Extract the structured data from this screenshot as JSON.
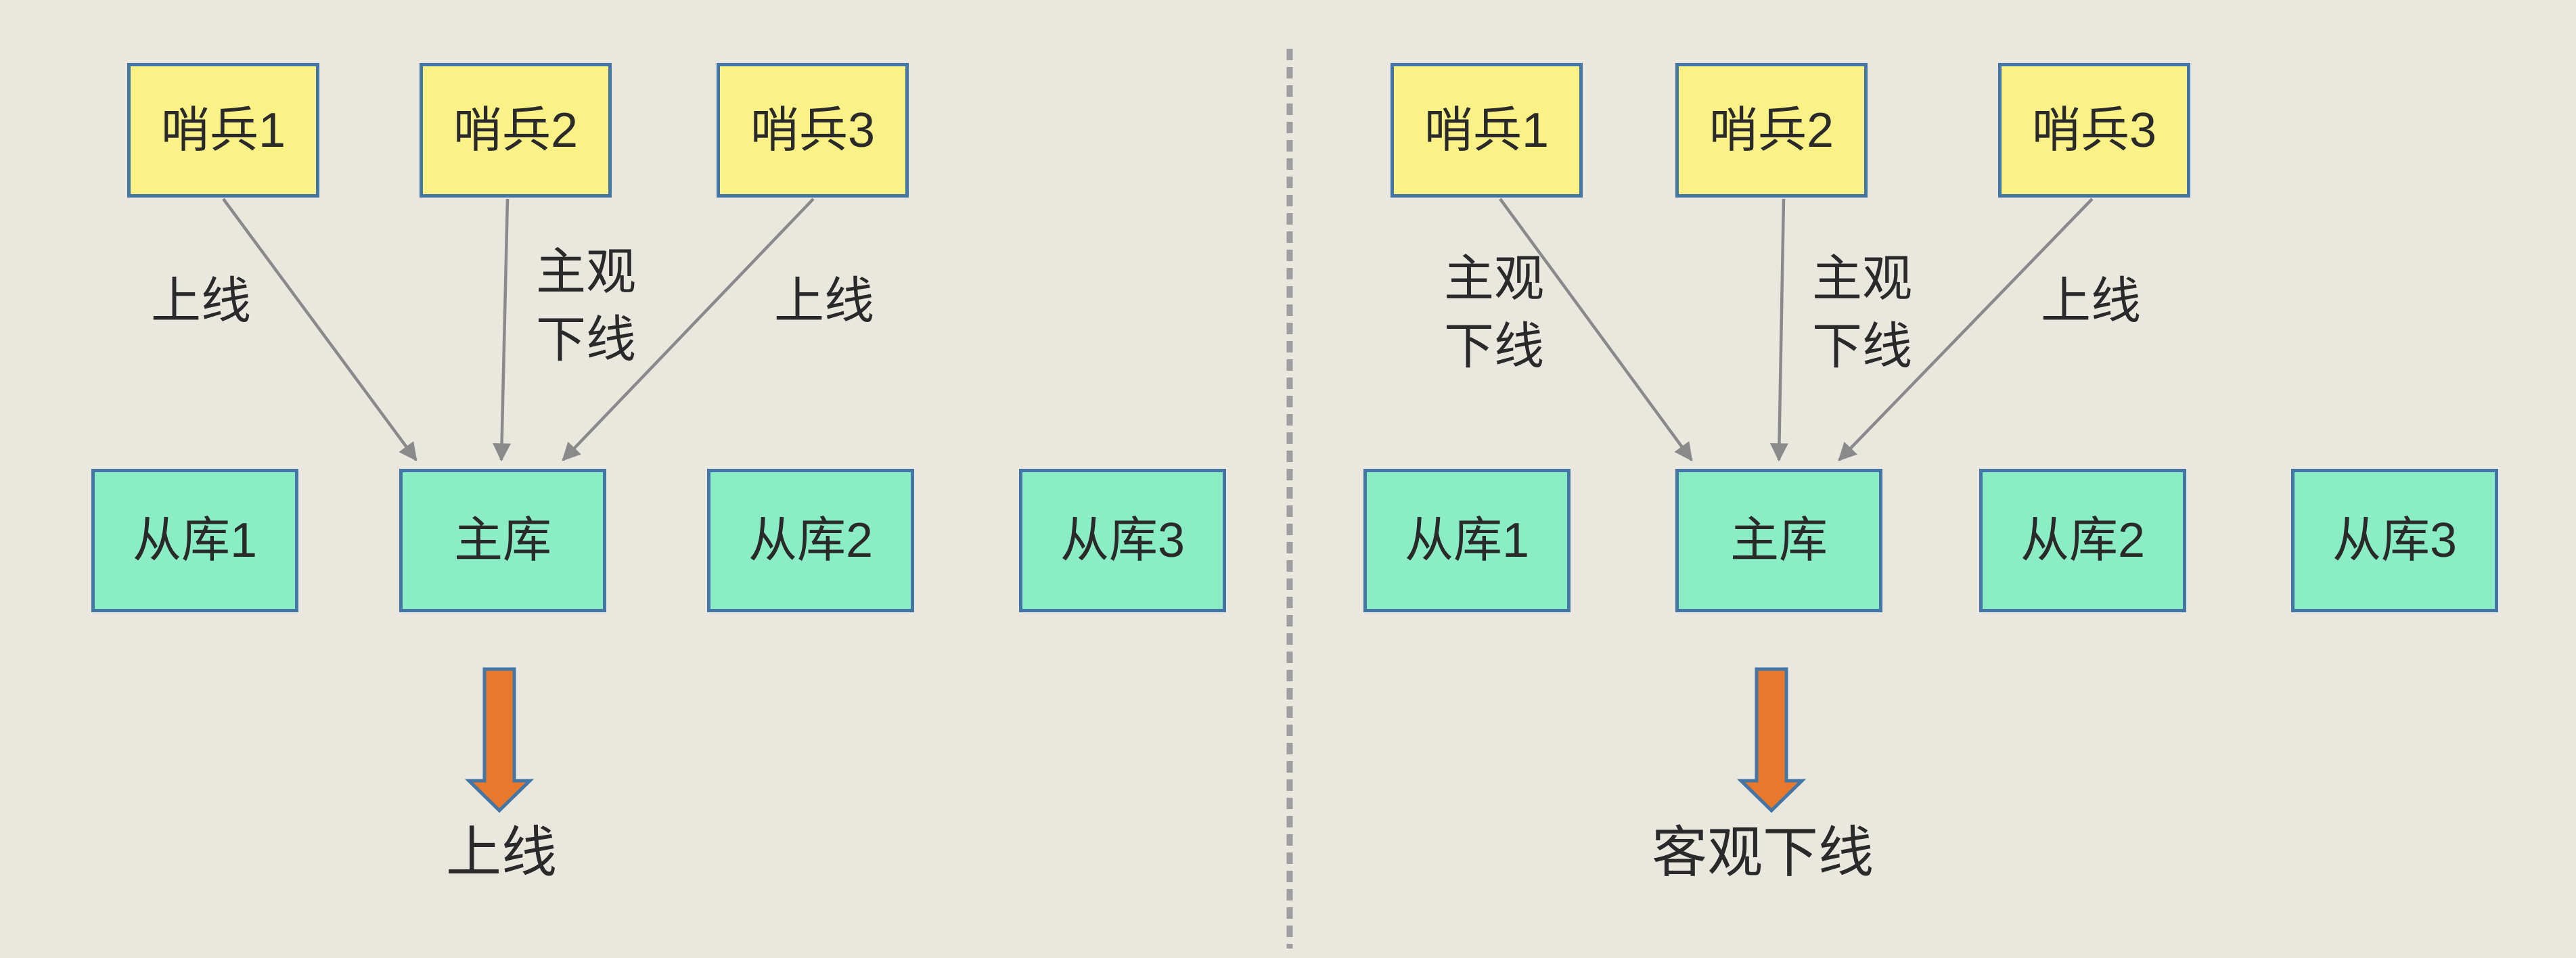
{
  "colors": {
    "background": "#E9E7DE",
    "sentinel_fill": "#FAF287",
    "database_fill": "#8AEDC5",
    "box_border": "#4476A5",
    "connector": "#8A8A8A",
    "divider": "#9E9E9E",
    "result_arrow_fill": "#E8792C",
    "text": "#2A2A2A"
  },
  "panels": [
    {
      "name": "online-judgement",
      "sentinels": [
        {
          "label": "哨兵1"
        },
        {
          "label": "哨兵2"
        },
        {
          "label": "哨兵3"
        }
      ],
      "edge_labels": [
        {
          "lines": [
            "上线"
          ]
        },
        {
          "lines": [
            "主观",
            "下线"
          ]
        },
        {
          "lines": [
            "上线"
          ]
        }
      ],
      "databases": [
        {
          "label": "从库1"
        },
        {
          "label": "主库"
        },
        {
          "label": "从库2"
        },
        {
          "label": "从库3"
        }
      ],
      "result": "上线"
    },
    {
      "name": "objective-offline-judgement",
      "sentinels": [
        {
          "label": "哨兵1"
        },
        {
          "label": "哨兵2"
        },
        {
          "label": "哨兵3"
        }
      ],
      "edge_labels": [
        {
          "lines": [
            "主观",
            "下线"
          ]
        },
        {
          "lines": [
            "主观",
            "下线"
          ]
        },
        {
          "lines": [
            "上线"
          ]
        }
      ],
      "databases": [
        {
          "label": "从库1"
        },
        {
          "label": "主库"
        },
        {
          "label": "从库2"
        },
        {
          "label": "从库3"
        }
      ],
      "result": "客观下线"
    }
  ]
}
